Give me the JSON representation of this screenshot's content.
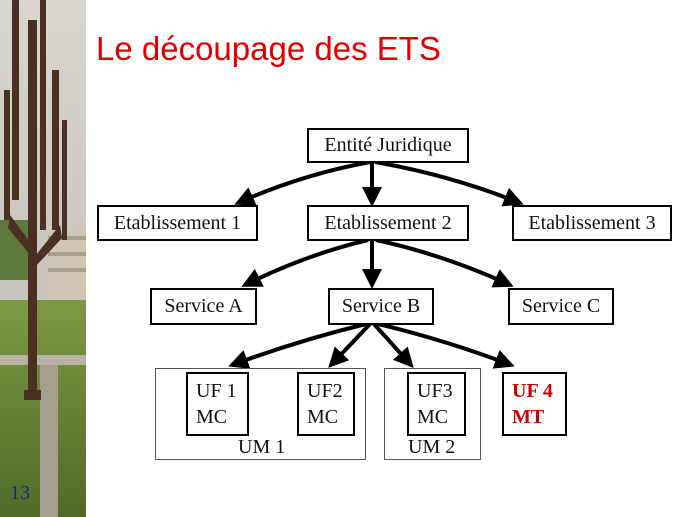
{
  "title": "Le découpage des ETS",
  "slide_number": "13",
  "nodes": {
    "root": "Entité Juridique",
    "etab1": "Etablissement 1",
    "etab2": "Etablissement 2",
    "etab3": "Etablissement 3",
    "serviceA": "Service A",
    "serviceB": "Service B",
    "serviceC": "Service C"
  },
  "units": {
    "uf1": {
      "line1": "UF 1",
      "line2": "MC"
    },
    "uf2": {
      "line1": "UF2",
      "line2": "MC"
    },
    "uf3": {
      "line1": "UF3",
      "line2": "MC"
    },
    "uf4": {
      "line1": "UF 4",
      "line2": "MT"
    }
  },
  "groups": {
    "um1": "UM 1",
    "um2": "UM 2"
  },
  "colors": {
    "title": "#e00000",
    "highlight": "#d10000",
    "slide_number": "#1a2a80"
  }
}
